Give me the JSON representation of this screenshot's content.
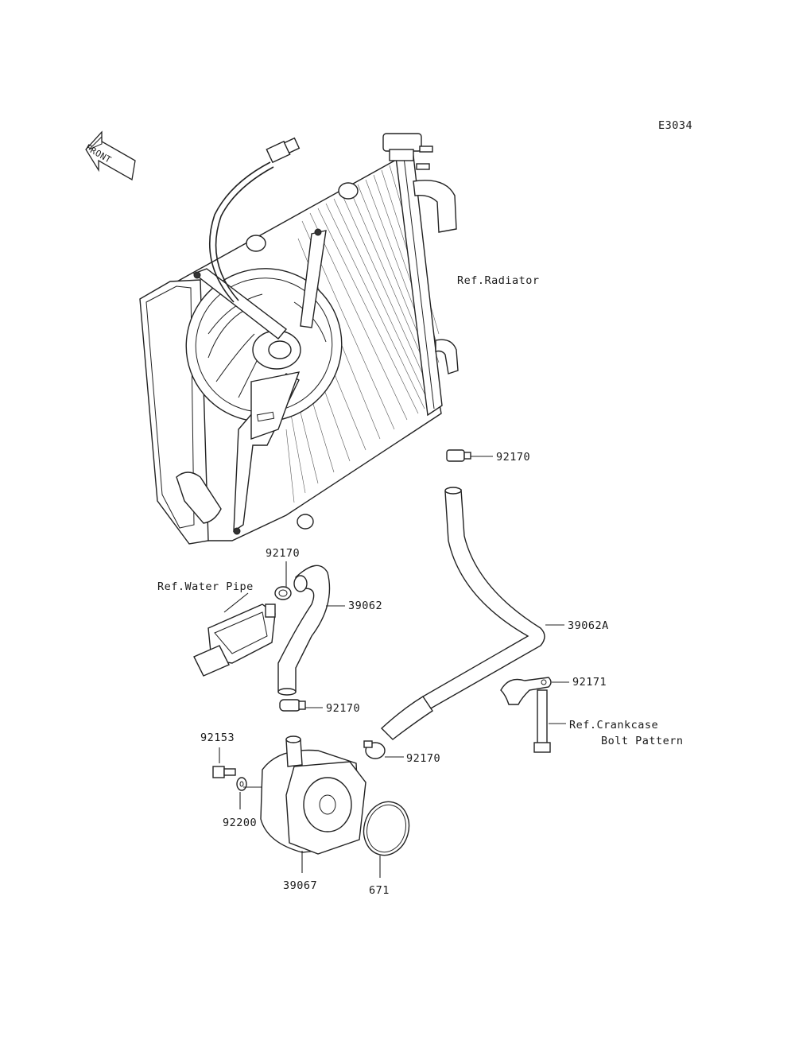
{
  "diagram_code": "E3034",
  "front_arrow": {
    "label": "FRONT",
    "icon": "front-direction-arrow-icon"
  },
  "labels": {
    "ref_radiator": "Ref.Radiator",
    "clamp_upper": "92170",
    "clamp_waterpipe": "92170",
    "ref_water_pipe": "Ref.Water Pipe",
    "hose_39062": "39062",
    "hose_39062a": "39062A",
    "bracket_92171": "92171",
    "ref_crankcase_line1": "Ref.Crankcase",
    "ref_crankcase_line2": "Bolt Pattern",
    "clamp_cooler_top": "92170",
    "clamp_cooler_right": "92170",
    "bolt_92153": "92153",
    "washer_92200": "92200",
    "oil_cooler_39067": "39067",
    "oring_671": "671"
  }
}
